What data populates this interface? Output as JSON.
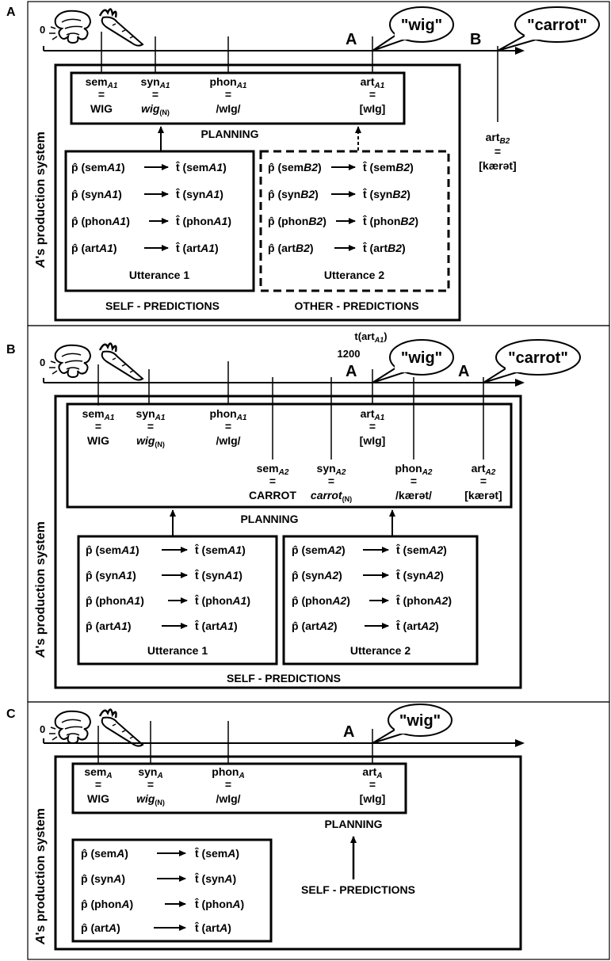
{
  "panels": [
    {
      "letter": "A",
      "zero": "0",
      "side_label_italic": "A",
      "side_label_rest": "'s production system",
      "speakers": {
        "first": "A",
        "second": "B"
      },
      "speech": {
        "first": "\"wig\"",
        "second": "\"carrot\""
      },
      "planning_label": "PLANNING",
      "plan_row1": [
        {
          "name": "sem",
          "sub": "A1",
          "eq": "=",
          "value": "WIG",
          "vsub": ""
        },
        {
          "name": "syn",
          "sub": "A1",
          "eq": "=",
          "value": "wig",
          "vsub": "(N)"
        },
        {
          "name": "phon",
          "sub": "A1",
          "eq": "=",
          "value": "/wIg/",
          "vsub": ""
        },
        {
          "name": "art",
          "sub": "A1",
          "eq": "=",
          "value": "[wIg]",
          "vsub": ""
        }
      ],
      "outside": {
        "name": "art",
        "sub": "B2",
        "eq": "=",
        "value": "[kærət]"
      },
      "box1": {
        "caption": "Utterance 1",
        "rows": [
          {
            "p": "p̂ (sem",
            "ps": "A1",
            "t": "t̂ (sem",
            "ts": "A1"
          },
          {
            "p": "p̂ (syn",
            "ps": "A1",
            "t": "t̂ (syn",
            "ts": "A1"
          },
          {
            "p": "p̂ (phon",
            "ps": "A1",
            "t": "t̂ (phon",
            "ts": "A1"
          },
          {
            "p": "p̂ (art",
            "ps": "A1",
            "t": "t̂ (art",
            "ts": "A1"
          }
        ]
      },
      "box2": {
        "caption": "Utterance 2",
        "rows": [
          {
            "p": "p̂ (sem",
            "ps": "B2",
            "t": "t̂ (sem",
            "ts": "B2"
          },
          {
            "p": "p̂ (syn",
            "ps": "B2",
            "t": "t̂ (syn",
            "ts": "B2"
          },
          {
            "p": "p̂ (phon",
            "ps": "B2",
            "t": "t̂ (phon",
            "ts": "B2"
          },
          {
            "p": "p̂ (art",
            "ps": "B2",
            "t": "t̂ (art",
            "ts": "B2"
          }
        ]
      },
      "footer_left": "SELF - PREDICTIONS",
      "footer_right": "OTHER - PREDICTIONS"
    },
    {
      "letter": "B",
      "zero": "0",
      "side_label_italic": "A",
      "side_label_rest": "'s production system",
      "speakers": {
        "first": "A",
        "second": "A"
      },
      "speech": {
        "first": "\"wig\"",
        "second": "\"carrot\""
      },
      "time_note": "t(art",
      "time_note_sub": "A1",
      "time_note_end": ")",
      "time_value": "1200",
      "planning_label": "PLANNING",
      "plan_row1": [
        {
          "name": "sem",
          "sub": "A1",
          "eq": "=",
          "value": "WIG",
          "vsub": ""
        },
        {
          "name": "syn",
          "sub": "A1",
          "eq": "=",
          "value": "wig",
          "vsub": "(N)"
        },
        {
          "name": "phon",
          "sub": "A1",
          "eq": "=",
          "value": "/wIg/",
          "vsub": ""
        },
        {
          "name": "art",
          "sub": "A1",
          "eq": "=",
          "value": "[wIg]",
          "vsub": ""
        }
      ],
      "plan_row2": [
        {
          "name": "sem",
          "sub": "A2",
          "eq": "=",
          "value": "CARROT",
          "vsub": ""
        },
        {
          "name": "syn",
          "sub": "A2",
          "eq": "=",
          "value": "carrot",
          "vsub": "(N)"
        },
        {
          "name": "phon",
          "sub": "A2",
          "eq": "=",
          "value": "/kærət/",
          "vsub": ""
        },
        {
          "name": "art",
          "sub": "A2",
          "eq": "=",
          "value": "[kærət]",
          "vsub": ""
        }
      ],
      "box1": {
        "caption": "Utterance 1",
        "rows": [
          {
            "p": "p̂ (sem",
            "ps": "A1",
            "t": "t̂ (sem",
            "ts": "A1"
          },
          {
            "p": "p̂ (syn",
            "ps": "A1",
            "t": "t̂ (syn",
            "ts": "A1"
          },
          {
            "p": "p̂ (phon",
            "ps": "A1",
            "t": "t̂ (phon",
            "ts": "A1"
          },
          {
            "p": "p̂ (art",
            "ps": "A1",
            "t": "t̂ (art",
            "ts": "A1"
          }
        ]
      },
      "box2": {
        "caption": "Utterance 2",
        "rows": [
          {
            "p": "p̂ (sem",
            "ps": "A2",
            "t": "t̂ (sem",
            "ts": "A2"
          },
          {
            "p": "p̂ (syn",
            "ps": "A2",
            "t": "t̂ (syn",
            "ts": "A2"
          },
          {
            "p": "p̂ (phon",
            "ps": "A2",
            "t": "t̂ (phon",
            "ts": "A2"
          },
          {
            "p": "p̂ (art",
            "ps": "A2",
            "t": "t̂ (art",
            "ts": "A2"
          }
        ]
      },
      "footer_center": "SELF - PREDICTIONS"
    },
    {
      "letter": "C",
      "zero": "0",
      "side_label_italic": "A",
      "side_label_rest": "'s production system",
      "speakers": {
        "first": "A"
      },
      "speech": {
        "first": "\"wig\""
      },
      "planning_label": "PLANNING",
      "plan_row1": [
        {
          "name": "sem",
          "sub": "A",
          "eq": "=",
          "value": "WIG",
          "vsub": ""
        },
        {
          "name": "syn",
          "sub": "A",
          "eq": "=",
          "value": "wig",
          "vsub": "(N)"
        },
        {
          "name": "phon",
          "sub": "A",
          "eq": "=",
          "value": "/wIg/",
          "vsub": ""
        },
        {
          "name": "art",
          "sub": "A",
          "eq": "=",
          "value": "[wIg]",
          "vsub": ""
        }
      ],
      "box1": {
        "caption": "",
        "rows": [
          {
            "p": "p̂ (sem",
            "ps": "A",
            "t": "t̂ (sem",
            "ts": "A"
          },
          {
            "p": "p̂ (syn",
            "ps": "A",
            "t": "t̂ (syn",
            "ts": "A"
          },
          {
            "p": "p̂ (phon",
            "ps": "A",
            "t": "t̂ (phon",
            "ts": "A"
          },
          {
            "p": "p̂ (art",
            "ps": "A",
            "t": "t̂ (art",
            "ts": "A"
          }
        ]
      },
      "footer_center": "SELF - PREDICTIONS"
    }
  ],
  "colors": {
    "ink": "#000000",
    "paper": "#ffffff",
    "carrot_fill": "#ffffff"
  },
  "icons": [
    "wig-icon",
    "carrot-icon"
  ]
}
